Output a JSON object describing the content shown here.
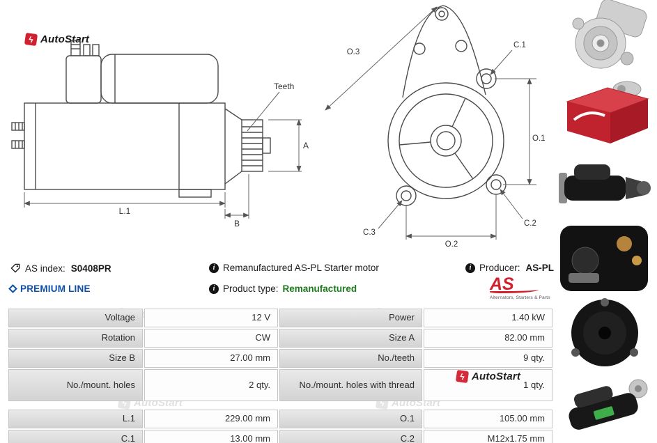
{
  "brand": {
    "name": "AutoStart",
    "watermark": "AutoStart",
    "bolt_glyph": "ϟ"
  },
  "colors": {
    "accent_red": "#d1202f",
    "premium_blue": "#0f4faa",
    "remanufactured_green": "#1e7a1e"
  },
  "diagram": {
    "side": {
      "teeth": "Teeth",
      "a": "A",
      "b": "B",
      "l1": "L.1"
    },
    "front": {
      "o3": "O.3",
      "o1": "O.1",
      "o2": "O.2",
      "c1": "C.1",
      "c2": "C.2",
      "c3": "C.3"
    }
  },
  "info": {
    "as_index_label": "AS index:",
    "as_index_value": "S0408PR",
    "description": "Remanufactured AS-PL Starter motor",
    "producer_label": "Producer:",
    "producer_value": "AS-PL",
    "premium_line": "PREMIUM LINE",
    "product_type_label": "Product type:",
    "product_type_value": "Remanufactured",
    "aspl_logo": "AS",
    "aspl_logo_sub": "Alternators, Starters & Parts"
  },
  "photos": {
    "alts": [
      "starter-front-three-quarter-photo",
      "as-pl-packaging-box-photo",
      "starter-side-photo",
      "starter-solenoid-closeup-photo",
      "starter-rear-cover-photo",
      "starter-angle-photo"
    ]
  },
  "spec_table": {
    "rows": [
      {
        "label1": "Voltage",
        "value1": "12 V",
        "label2": "Power",
        "value2": "1.40 kW"
      },
      {
        "label1": "Rotation",
        "value1": "CW",
        "label2": "Size A",
        "value2": "82.00 mm"
      },
      {
        "label1": "Size B",
        "value1": "27.00 mm",
        "label2": "No./teeth",
        "value2": "9 qty."
      },
      {
        "label1": "No./mount. holes",
        "value1": "2 qty.",
        "label2": "No./mount. holes with thread",
        "value2": "1 qty."
      },
      {
        "label1": "L.1",
        "value1": "229.00 mm",
        "label2": "O.1",
        "value2": "105.00 mm"
      },
      {
        "label1": "C.1",
        "value1": "13.00 mm",
        "label2": "C.2",
        "value2": "M12x1.75 mm"
      }
    ]
  }
}
